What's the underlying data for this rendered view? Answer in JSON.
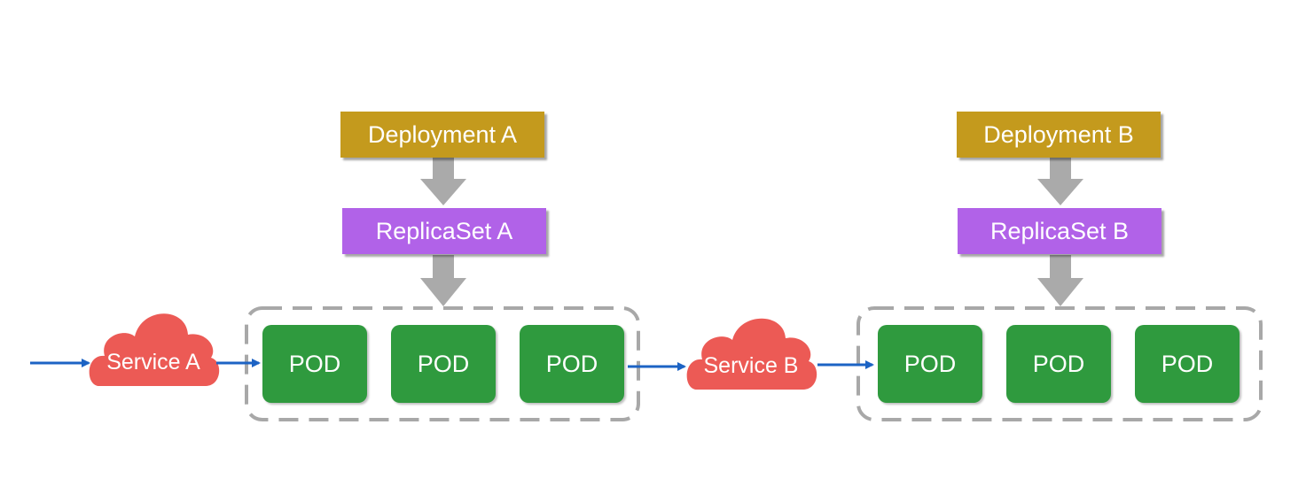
{
  "deployments": [
    {
      "label": "Deployment A"
    },
    {
      "label": "Deployment B"
    }
  ],
  "replicasets": [
    {
      "label": "ReplicaSet A"
    },
    {
      "label": "ReplicaSet B"
    }
  ],
  "services": [
    {
      "label": "Service A"
    },
    {
      "label": "Service B"
    }
  ],
  "pods_a": [
    {
      "label": "POD"
    },
    {
      "label": "POD"
    },
    {
      "label": "POD"
    }
  ],
  "pods_b": [
    {
      "label": "POD"
    },
    {
      "label": "POD"
    },
    {
      "label": "POD"
    }
  ],
  "colors": {
    "deployment": "#c49a1d",
    "replicaset": "#b162e8",
    "service": "#ec5a55",
    "pod": "#2f9a3e",
    "flow_arrow": "#1c63c4",
    "ownership_arrow": "#aaaaaa",
    "group_border": "#a8a8a8"
  }
}
